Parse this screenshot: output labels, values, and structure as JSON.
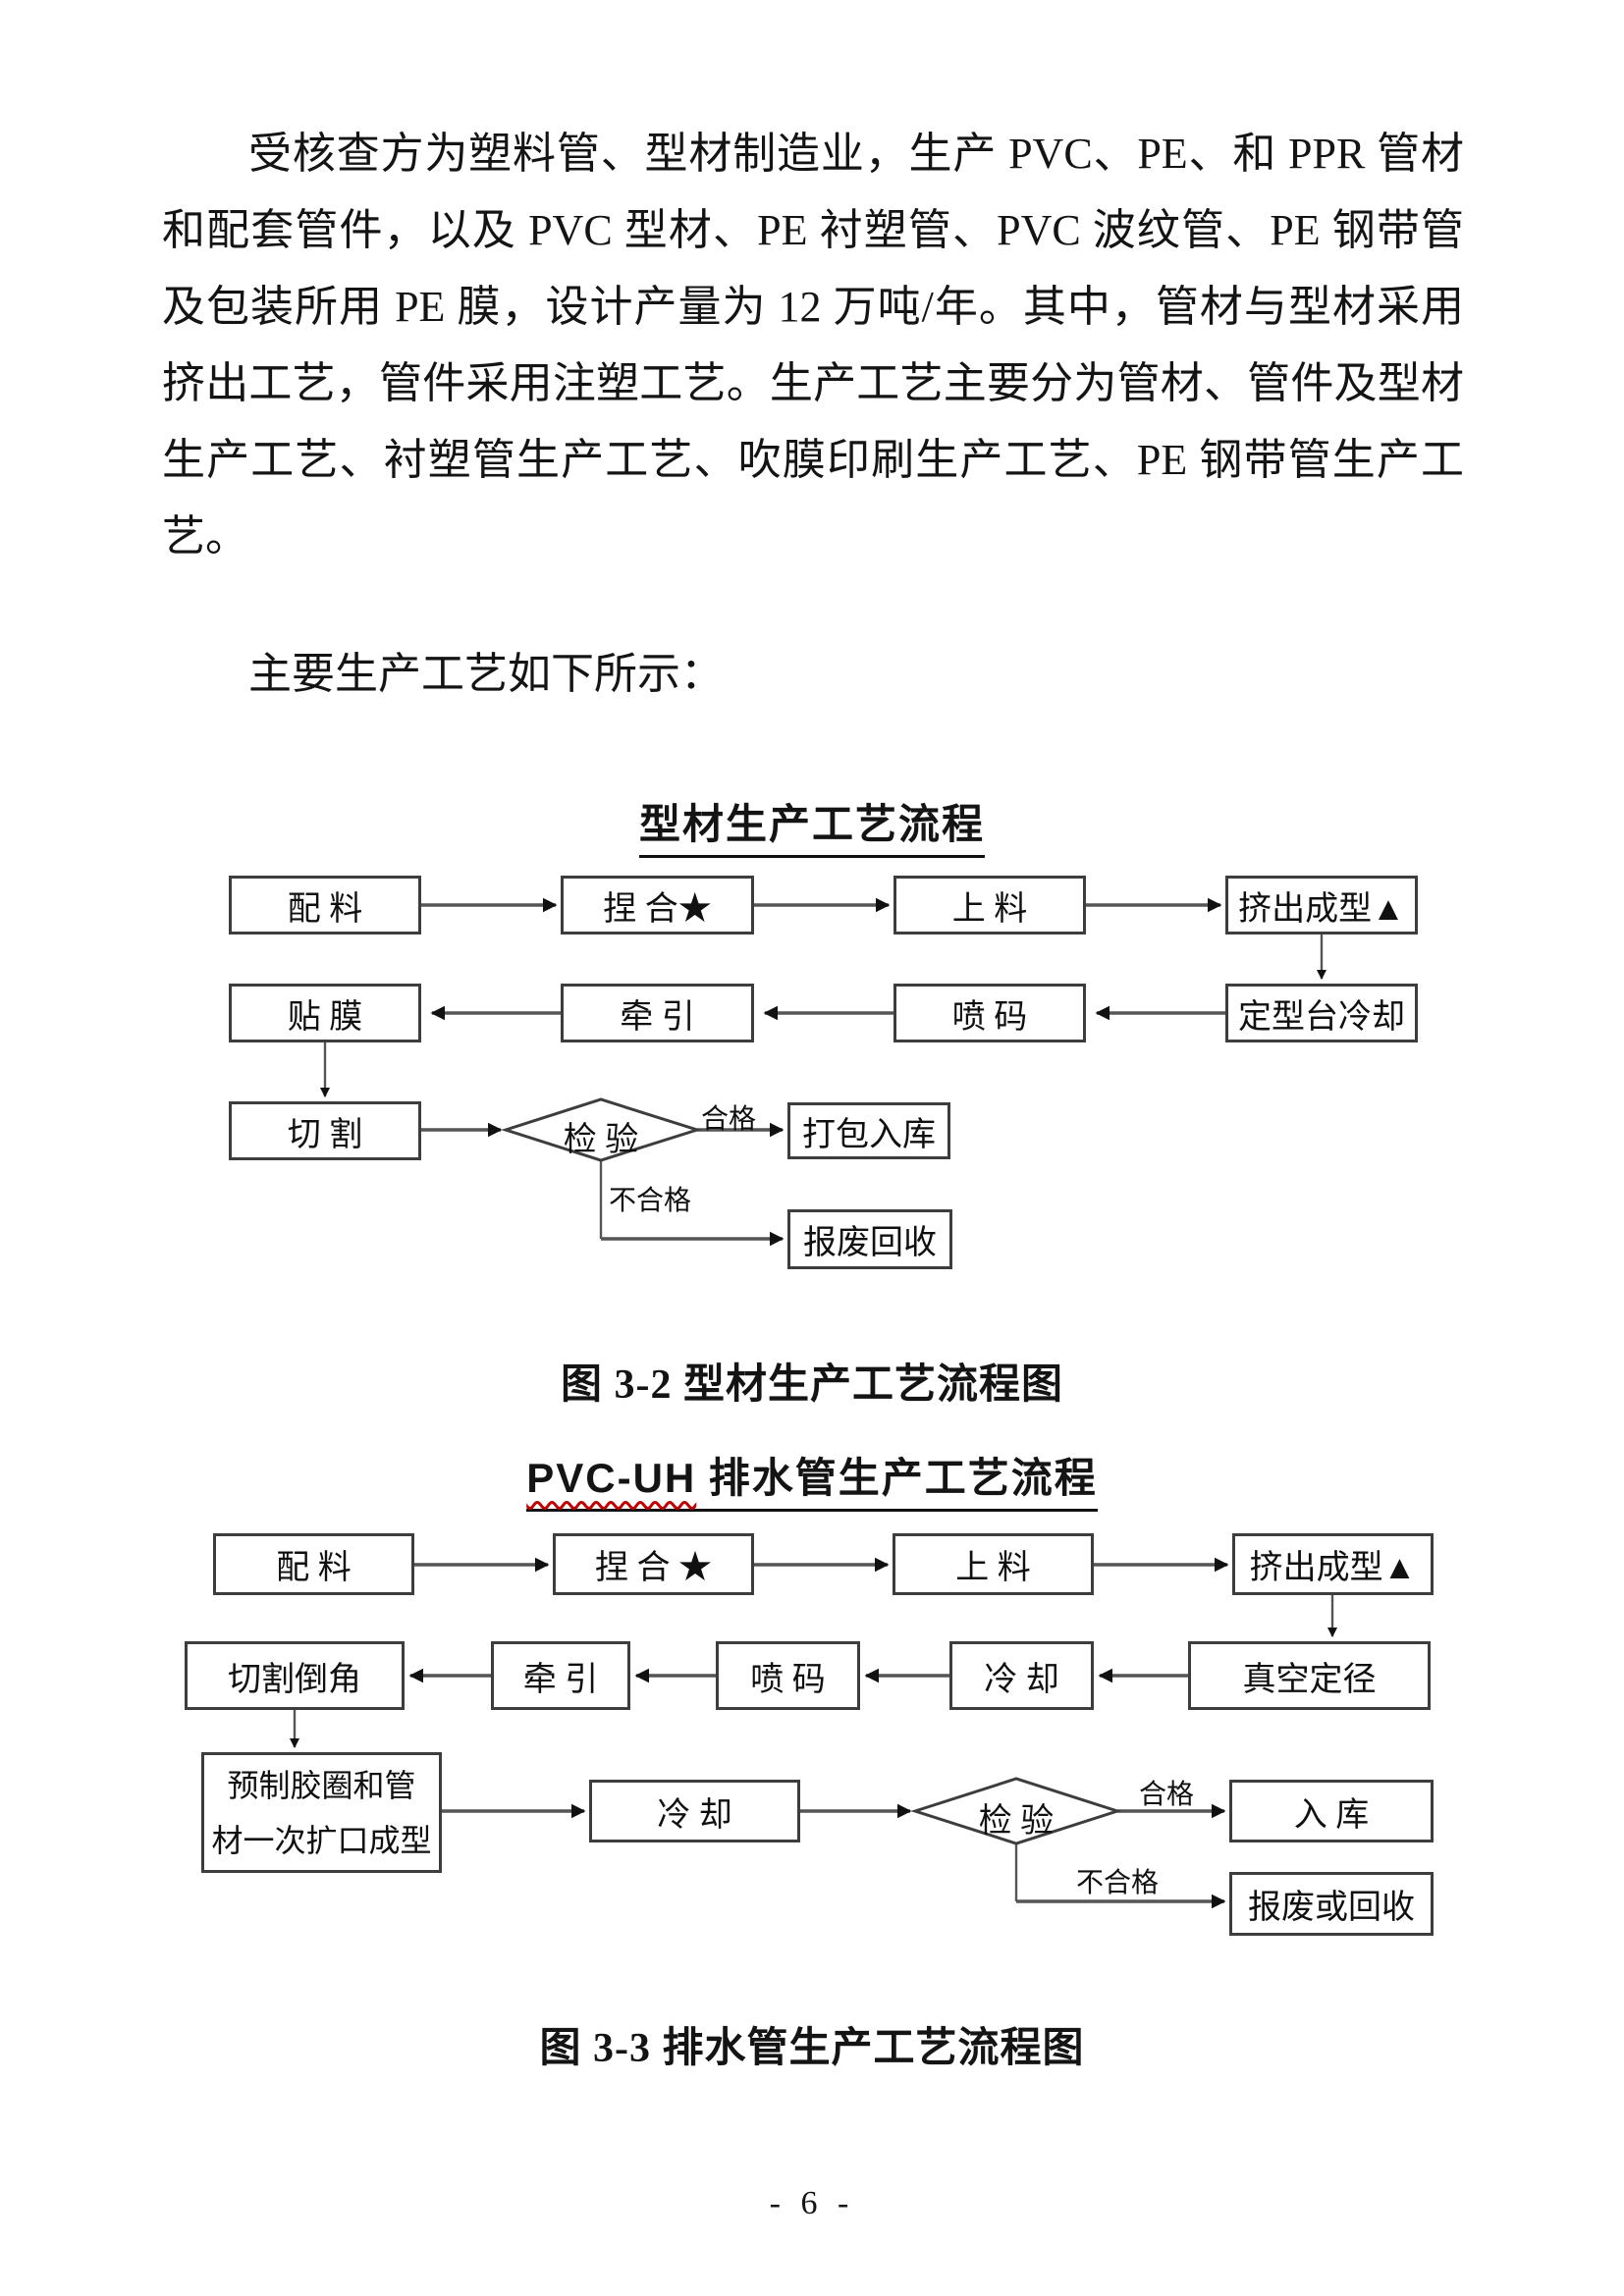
{
  "colors": {
    "ink": "#141414",
    "connector": "#555555",
    "box_border": "#3d3d3d",
    "spellcheck_underline": "#c00000"
  },
  "body": {
    "lines": [
      "受核查方为塑料管、型材制造业，生产 PVC、PE、和 PPR 管材",
      "和配套管件，以及 PVC 型材、PE 衬塑管、PVC 波纹管、PE 钢带管",
      "及包装所用 PE 膜，设计产量为 12 万吨/年。其中，管材与型材采用",
      "挤出工艺，管件采用注塑工艺。生产工艺主要分为管材、管件及型材",
      "生产工艺、衬塑管生产工艺、吹膜印刷生产工艺、PE 钢带管生产工",
      "艺。"
    ],
    "para2": "主要生产工艺如下所示："
  },
  "chart1": {
    "title": "型材生产工艺流程",
    "caption": "图 3-2 型材生产工艺流程图",
    "nodes": {
      "n0": "配 料",
      "n1": "捏 合★",
      "n2": "上 料",
      "n3": "挤出成型▲",
      "n4": "贴 膜",
      "n5": "牵 引",
      "n6": "喷 码",
      "n7": "定型台冷却",
      "n8": "切 割",
      "decision": "检 验",
      "n10": "打包入库",
      "n11": "报废回收"
    },
    "edge_labels": {
      "pass": "合格",
      "fail": "不合格"
    }
  },
  "chart2": {
    "title_latin": "PVC-UH",
    "title_rest": " 排水管生产工艺流程",
    "caption": "图 3-3 排水管生产工艺流程图",
    "nodes": {
      "n0": "配 料",
      "n1": "捏 合 ★",
      "n2": "上 料",
      "n3": "挤出成型▲",
      "n4": "切割倒角",
      "n5": "牵 引",
      "n6": "喷 码",
      "n7": "冷 却",
      "n8": "真空定径",
      "n9_line1": "预制胶圈和管",
      "n9_line2": "材一次扩口成型",
      "n10": "冷 却",
      "decision": "检 验",
      "n12": "入 库",
      "n13": "报废或回收"
    },
    "edge_labels": {
      "pass": "合格",
      "fail": "不合格"
    }
  },
  "footer": {
    "page_number": "- 6 -"
  }
}
